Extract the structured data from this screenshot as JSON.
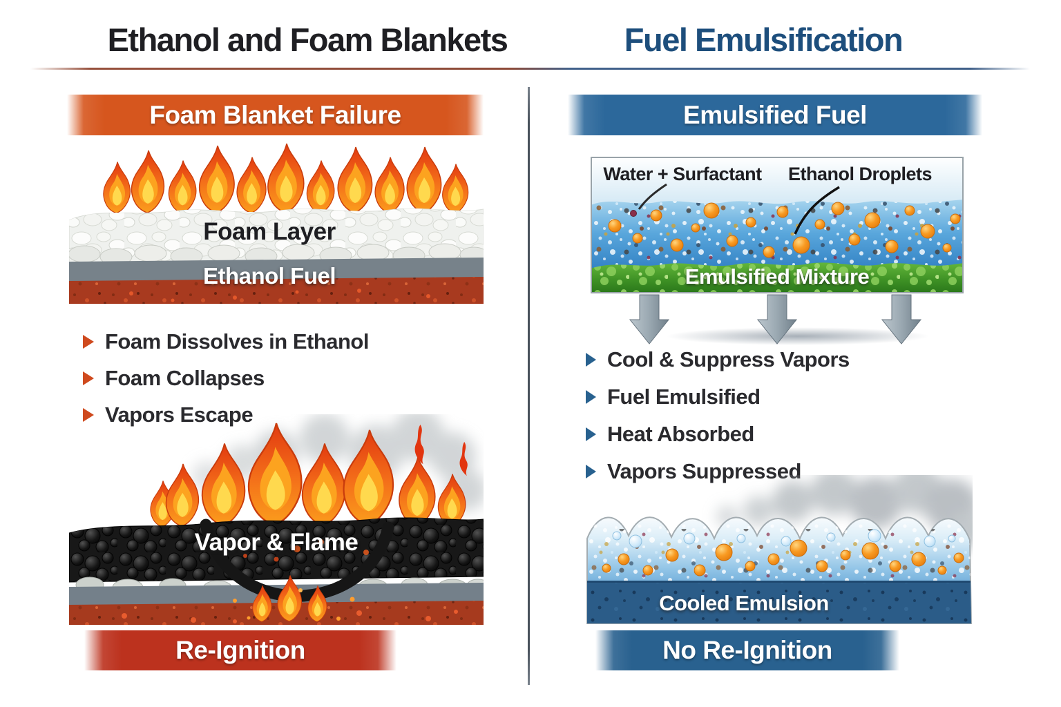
{
  "titles": {
    "left": "Ethanol and Foam Blankets",
    "right": "Fuel Emulsification"
  },
  "left_panel": {
    "header": "Foam Blanket Failure",
    "scene_burning_foam": {
      "foam_label": "Foam Layer",
      "fuel_label": "Ethanol Fuel"
    },
    "bullets": [
      "Foam Dissolves in Ethanol",
      "Foam Collapses",
      "Vapors Escape"
    ],
    "scene_reignition": {
      "label": "Vapor & Flame"
    },
    "footer": "Re-Ignition"
  },
  "right_panel": {
    "header": "Emulsified Fuel",
    "scene_emulsion": {
      "label_water": "Water + Surfactant",
      "label_ethanol": "Ethanol Droplets",
      "label_mixture": "Emulsified Mixture"
    },
    "bullets": [
      "Cool & Suppress Vapors",
      "Fuel Emulsified",
      "Heat Absorbed",
      "Vapors Suppressed"
    ],
    "scene_cooled": {
      "label": "Cooled Emulsion"
    },
    "footer": "No Re-Ignition"
  },
  "icons": {
    "bullet_marker": "right-triangle",
    "flow_marker": "down-arrow",
    "scene_icons": [
      "flame",
      "foam-bubbles",
      "smoke-cloud",
      "oil-droplet",
      "water-bubble"
    ]
  },
  "colors": {
    "title_left_text": "#1f1f23",
    "title_right_text": "#1d4e7c",
    "header_banner_orange": "#d6561e",
    "footer_banner_red": "#bc321e",
    "banner_blue": "#2c689b",
    "bullet_marker_left": "#cf4a1e",
    "bullet_marker_right": "#28618f",
    "body_text": "#2a2a2e",
    "divider_gray": "#49525c",
    "rule_left_red": "#8d4a38",
    "rule_right_blue": "#3f5f88",
    "fuel_layer_red": "#a83a1f",
    "foam_layer_white": "#eff1ee",
    "vapor_layer_black": "#181818",
    "water_layer_blue": "#2d7dc1",
    "mixture_layer_green": "#3c8f24",
    "cooled_layer_blue": "#2b5c88",
    "droplet_orange": "#f89a22",
    "arrow_gray": "#9aa8b1"
  }
}
